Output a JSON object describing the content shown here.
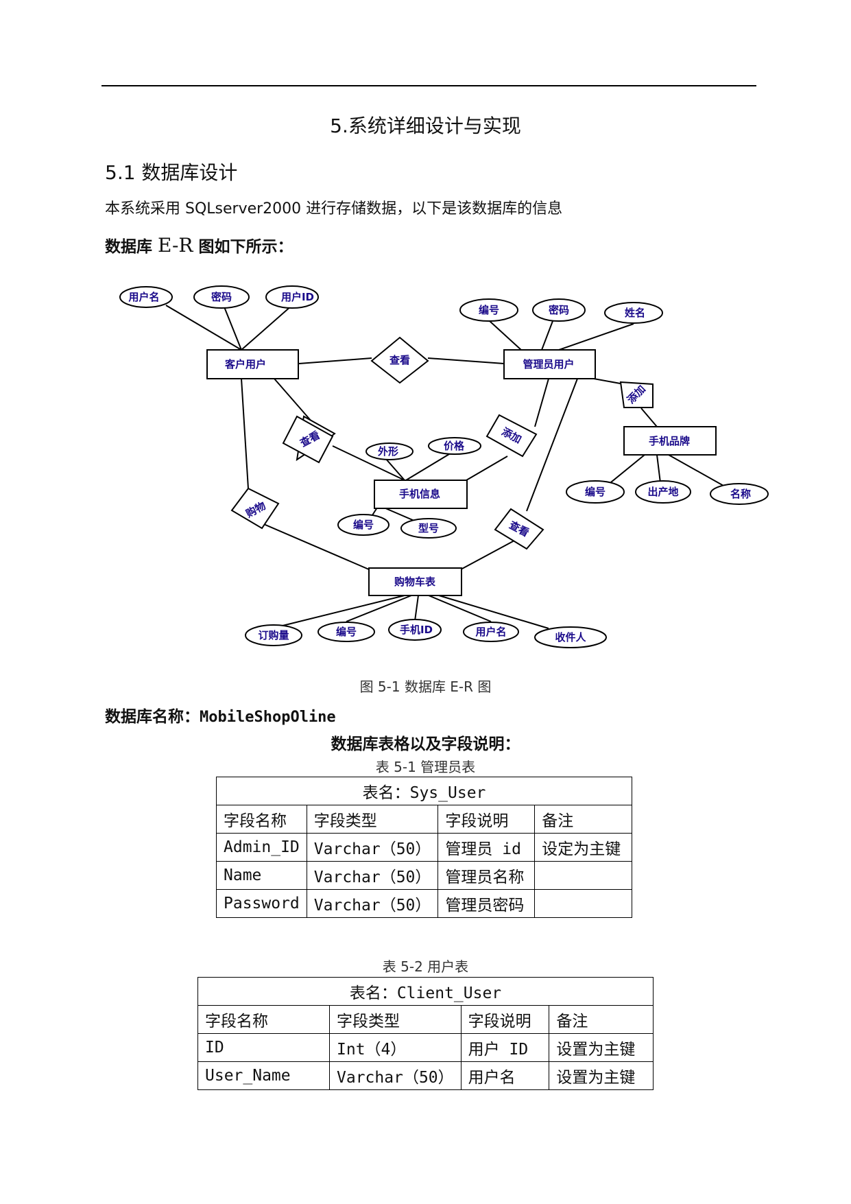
{
  "page": {
    "chapter_title": "5.系统详细设计与实现",
    "section_title": "5.1 数据库设计",
    "intro": "本系统采用 SQLserver2000 进行存储数据，以下是该数据库的信息",
    "er_heading_prefix": "数据库 ",
    "er_heading_big": "E-R",
    "er_heading_suffix": " 图如下所示：",
    "figure_caption": "图 5-1 数据库 E-R 图",
    "dbname_label": "数据库名称：",
    "dbname_value": "MobileShopOline",
    "tables_title": "数据库表格以及字段说明："
  },
  "er": {
    "entities": {
      "client": "客户用户",
      "admin": "管理员用户",
      "phone": "手机信息",
      "brand": "手机品牌",
      "cart": "购物车表"
    },
    "relations": {
      "client_admin": "查看",
      "client_phone": "查看",
      "admin_phone": "添加",
      "admin_brand": "添加",
      "client_cart": "购物",
      "admin_cart": "查看"
    },
    "attributes": {
      "client_username": "用户名",
      "client_password": "密码",
      "client_userid": "用户ID",
      "admin_id": "编号",
      "admin_password": "密码",
      "admin_name": "姓名",
      "phone_shape": "外形",
      "phone_price": "价格",
      "phone_id": "编号",
      "phone_model": "型号",
      "brand_id": "编号",
      "brand_origin": "出产地",
      "brand_name": "名称",
      "cart_qty": "订购量",
      "cart_id": "编号",
      "cart_phoneid": "手机ID",
      "cart_username": "用户名",
      "cart_receiver": "收件人"
    }
  },
  "tables": [
    {
      "caption": "表 5-1 管理员表",
      "name": "表名：Sys_User",
      "header": [
        "字段名称",
        "字段类型",
        "字段说明",
        "备注"
      ],
      "rows": [
        [
          "Admin_ID",
          "Varchar（50）",
          "管理员 id",
          "设定为主键"
        ],
        [
          "Name",
          "Varchar（50）",
          "管理员名称",
          ""
        ],
        [
          "Password",
          "Varchar（50）",
          "管理员密码",
          ""
        ]
      ]
    },
    {
      "caption": "表 5-2 用户表",
      "name": "表名：Client_User",
      "header": [
        "字段名称",
        "字段类型",
        "字段说明",
        "备注"
      ],
      "rows": [
        [
          "ID",
          "Int（4）",
          "用户 ID",
          "设置为主键"
        ],
        [
          "User_Name",
          "Varchar（50）",
          "用户名",
          "设置为主键"
        ]
      ]
    }
  ]
}
